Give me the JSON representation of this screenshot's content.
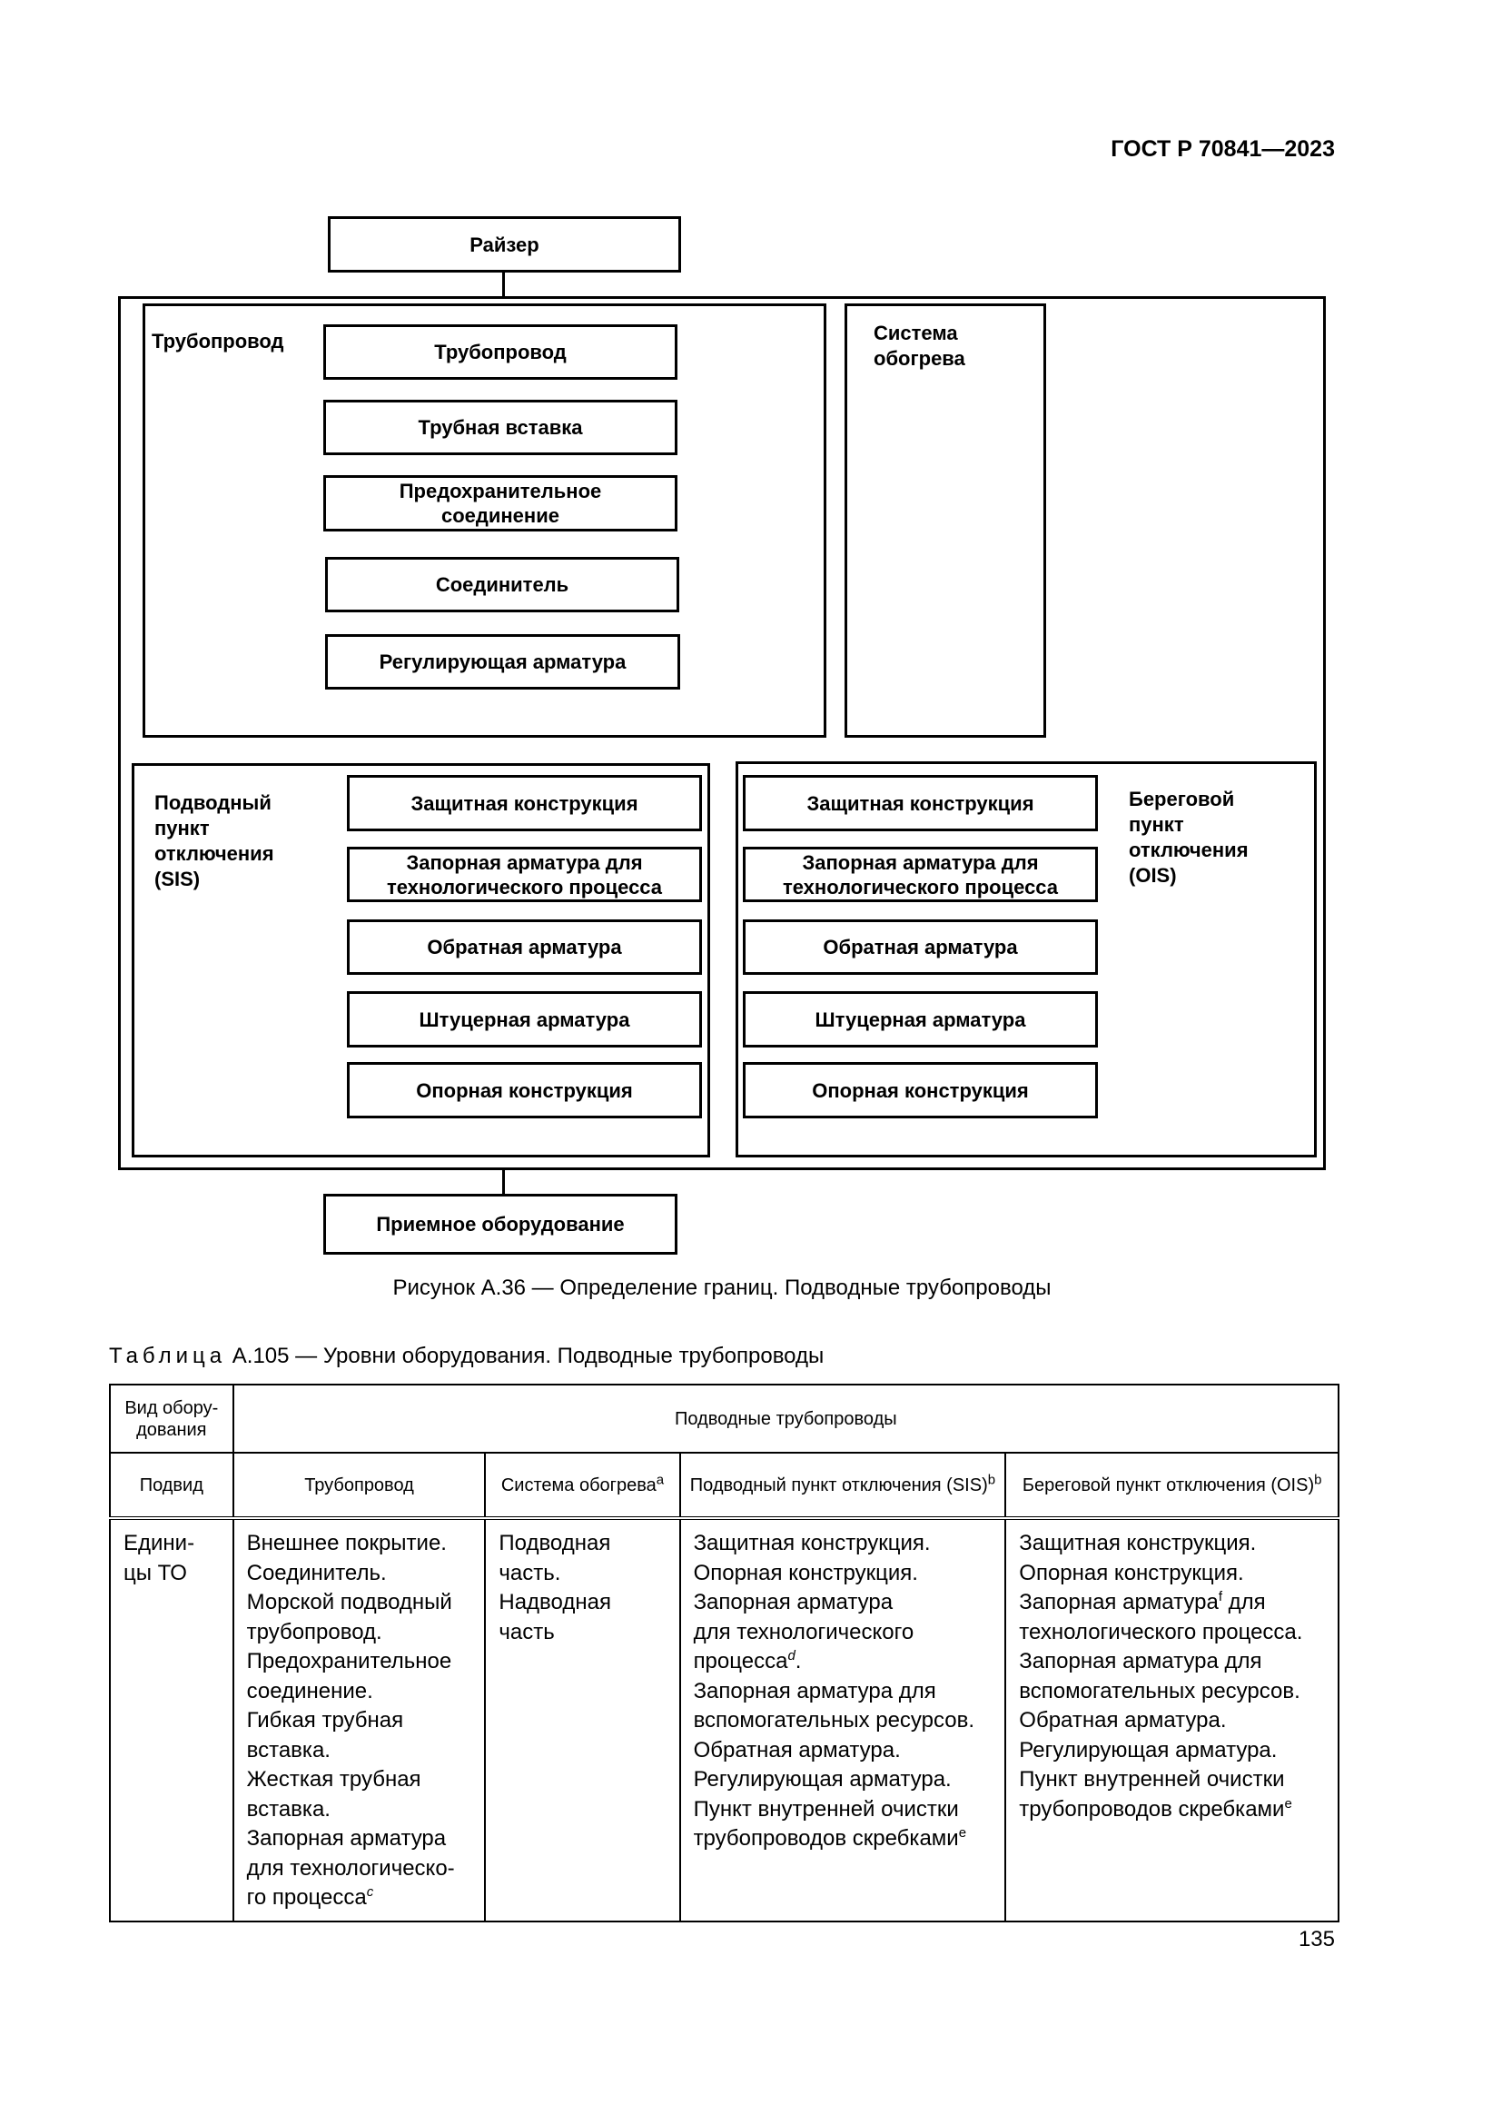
{
  "header": {
    "doc_code": "ГОСТ Р 70841—2023"
  },
  "diagram": {
    "riser": "Райзер",
    "pipeline_group": {
      "label": "Трубопровод",
      "items": [
        "Трубопровод",
        "Трубная вставка",
        "Предохранительное соединение",
        "Соединитель",
        "Регулирующая арматура"
      ]
    },
    "heating_group": {
      "label": "Система\nобогрева"
    },
    "sis_group": {
      "label": "Подводный\nпункт\nотключения\n(SIS)",
      "items": [
        "Защитная конструкция",
        "Запорная арматура для технологического процесса",
        "Обратная арматура",
        "Штуцерная арматура",
        "Опорная конструкция"
      ]
    },
    "ois_group": {
      "label": "Береговой\nпункт\nотключения\n(OIS)",
      "items": [
        "Защитная конструкция",
        "Запорная арматура для технологического процесса",
        "Обратная арматура",
        "Штуцерная арматура",
        "Опорная конструкция"
      ]
    },
    "receiving": "Приемное оборудование"
  },
  "figure_caption": "Рисунок А.36 — Определение границ. Подводные трубопроводы",
  "table": {
    "title_prefix": "Таблица",
    "title_rest": " А.105 — Уровни оборудования. Подводные трубопроводы",
    "header": {
      "equipment_type": "Вид обору-\nдования",
      "subsea_pipelines": "Подводные трубопроводы",
      "subtype": "Подвид",
      "pipeline": "Трубопровод",
      "heating": "Система обогрева",
      "heating_sup": "a",
      "sis": "Подводный пункт отключения (SIS)",
      "sis_sup": "b",
      "ois": "Береговой пункт отключения (OIS)",
      "ois_sup": "b"
    },
    "row": {
      "units": [
        "Едини-",
        "цы ТО"
      ],
      "pipeline": [
        "Внешнее покрытие.",
        "Соединитель.",
        "Морской подводный",
        "трубопровод.",
        "Предохранительное",
        "соединение.",
        "Гибкая трубная",
        "вставка.",
        "Жесткая трубная",
        "вставка.",
        "Запорная арматура",
        "для технологическо-",
        "го процесса"
      ],
      "pipeline_last_sup": "c",
      "heating": [
        "Подводная",
        "часть.",
        "Надводная",
        "часть"
      ],
      "sis": [
        "Защитная конструкция.",
        "Опорная конструкция.",
        "Запорная арматура",
        "для технологического",
        "процесса",
        "Запорная арматура для",
        "вспомогательных ресурсов.",
        "Обратная арматура.",
        "Регулирующая арматура.",
        "Пункт внутренней очистки",
        "трубопроводов скребками"
      ],
      "sis_sup_d": "d",
      "sis_sup_e": "e",
      "ois": [
        "Защитная конструкция.",
        "Опорная конструкция.",
        "Запорная арматура",
        " для",
        "технологического процесса.",
        "Запорная арматура для",
        "вспомогательных ресурсов.",
        "Обратная арматура.",
        "Регулирующая арматура.",
        "Пункт внутренней очистки",
        "трубопроводов скребками"
      ],
      "ois_sup_f": "f",
      "ois_sup_e": "e"
    }
  },
  "footer": {
    "page_number": "135"
  }
}
